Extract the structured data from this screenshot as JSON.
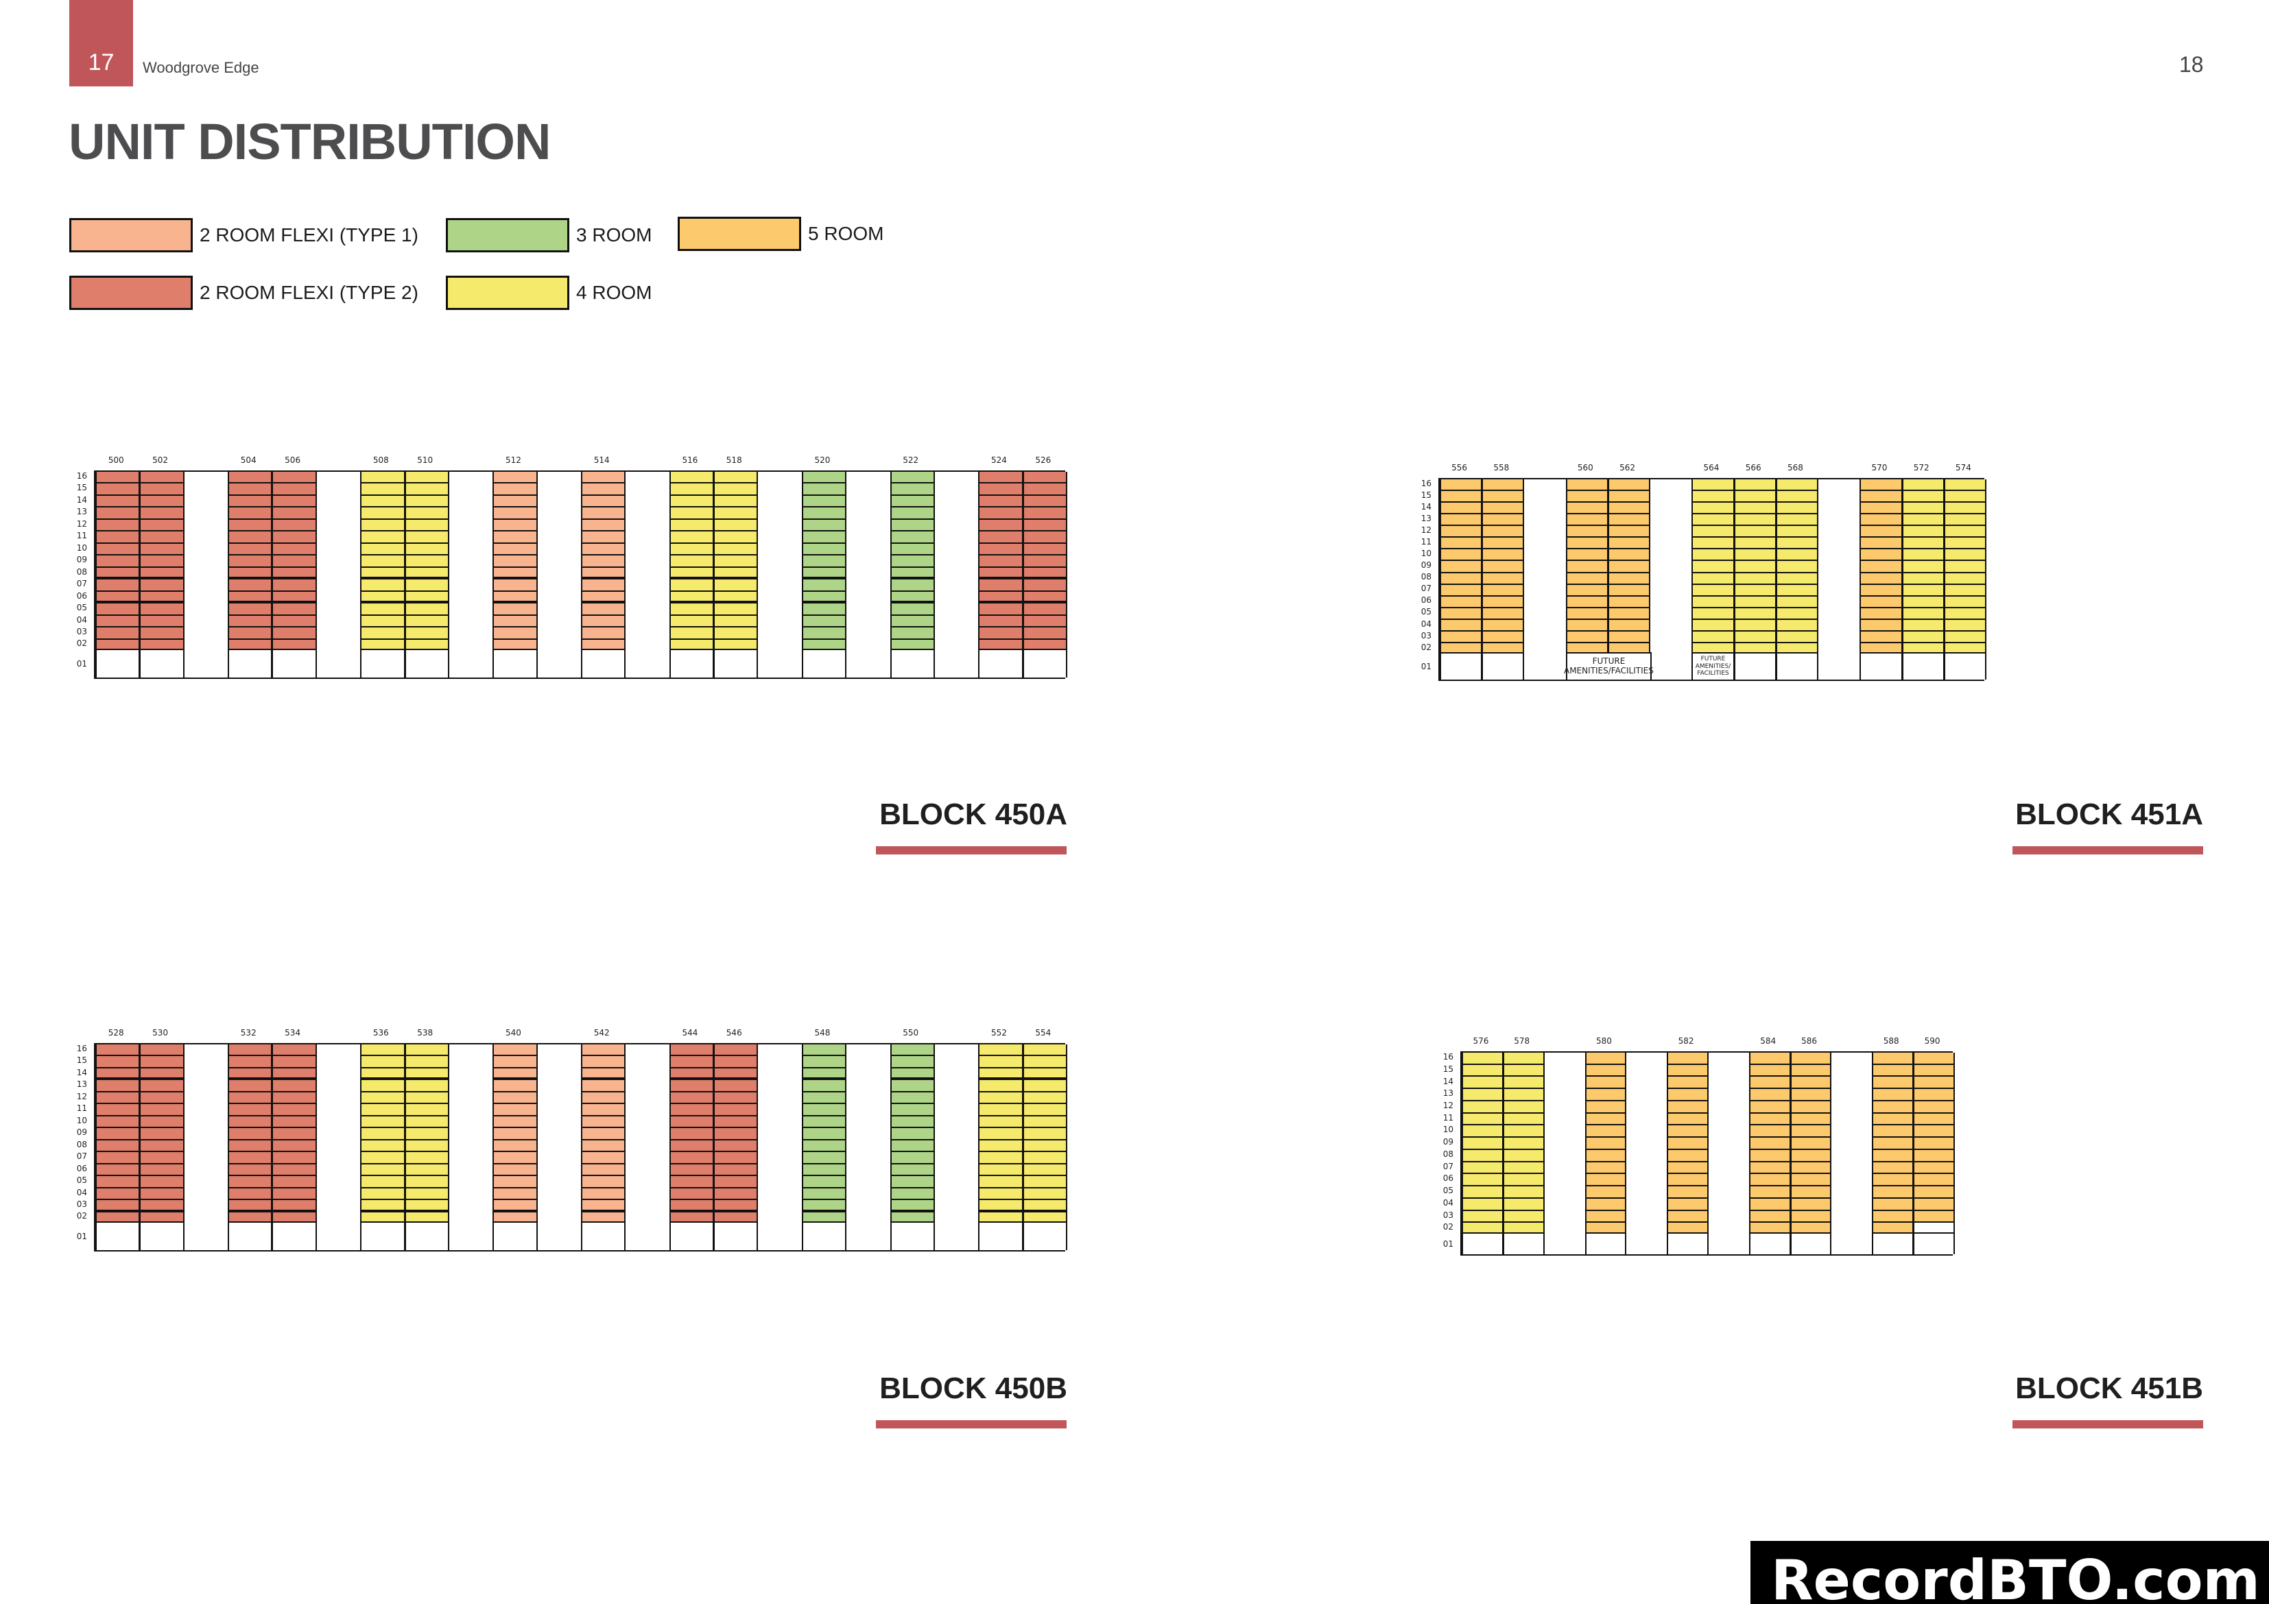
{
  "header": {
    "page_left": "17",
    "project_name": "Woodgrove Edge",
    "page_right": "18",
    "title": "UNIT DISTRIBUTION"
  },
  "colors": {
    "accent": "#c0555a",
    "2RF1": "#f8b38f",
    "2RF2": "#de7e6b",
    "3R": "#aed487",
    "4R": "#f5ea6c",
    "5R": "#fcc96c"
  },
  "legend": [
    {
      "key": "2RF1",
      "label": "2 ROOM FLEXI (TYPE 1)"
    },
    {
      "key": "3R",
      "label": "3 ROOM"
    },
    {
      "key": "5R",
      "label": "5 ROOM"
    },
    {
      "key": "2RF2",
      "label": "2 ROOM FLEXI (TYPE 2)"
    },
    {
      "key": "4R",
      "label": "4 ROOM"
    }
  ],
  "floors": [
    "16",
    "15",
    "14",
    "13",
    "12",
    "11",
    "10",
    "09",
    "08",
    "07",
    "06",
    "05",
    "04",
    "03",
    "02",
    "01"
  ],
  "blocks": [
    {
      "name": "BLOCK 450A",
      "columns": [
        {
          "unit": "500",
          "type": "2RF2"
        },
        {
          "unit": "502",
          "type": "2RF2"
        },
        {
          "gap": true
        },
        {
          "unit": "504",
          "type": "2RF2"
        },
        {
          "unit": "506",
          "type": "2RF2"
        },
        {
          "gap": true
        },
        {
          "unit": "508",
          "type": "4R"
        },
        {
          "unit": "510",
          "type": "4R"
        },
        {
          "gap": true
        },
        {
          "unit": "512",
          "type": "2RF1"
        },
        {
          "gap": true
        },
        {
          "unit": "514",
          "type": "2RF1"
        },
        {
          "gap": true
        },
        {
          "unit": "516",
          "type": "4R"
        },
        {
          "unit": "518",
          "type": "4R"
        },
        {
          "gap": true
        },
        {
          "unit": "520",
          "type": "3R"
        },
        {
          "gap": true
        },
        {
          "unit": "522",
          "type": "3R"
        },
        {
          "gap": true
        },
        {
          "unit": "524",
          "type": "2RF2"
        },
        {
          "unit": "526",
          "type": "2RF2"
        }
      ],
      "thick_lines_below_floors": [
        "08",
        "06"
      ]
    },
    {
      "name": "BLOCK 451A",
      "columns": [
        {
          "unit": "556",
          "type": "5R"
        },
        {
          "unit": "558",
          "type": "5R"
        },
        {
          "gap": true
        },
        {
          "unit": "560",
          "type": "5R",
          "ground_note_span": 2,
          "ground_note": "FUTURE AMENITIES/FACILITIES"
        },
        {
          "unit": "562",
          "type": "5R",
          "ground_merged": true
        },
        {
          "gap": true
        },
        {
          "unit": "564",
          "type": "4R",
          "ground_note": "FUTURE AMENITIES/ FACILITIES"
        },
        {
          "unit": "566",
          "type": "4R"
        },
        {
          "unit": "568",
          "type": "4R"
        },
        {
          "gap": true
        },
        {
          "unit": "570",
          "type": "5R"
        },
        {
          "unit": "572",
          "type": "4R"
        },
        {
          "unit": "574",
          "type": "4R"
        }
      ],
      "thick_lines_below_floors": []
    },
    {
      "name": "BLOCK 450B",
      "columns": [
        {
          "unit": "528",
          "type": "2RF2"
        },
        {
          "unit": "530",
          "type": "2RF2"
        },
        {
          "gap": true
        },
        {
          "unit": "532",
          "type": "2RF2"
        },
        {
          "unit": "534",
          "type": "2RF2"
        },
        {
          "gap": true
        },
        {
          "unit": "536",
          "type": "4R"
        },
        {
          "unit": "538",
          "type": "4R"
        },
        {
          "gap": true
        },
        {
          "unit": "540",
          "type": "2RF1"
        },
        {
          "gap": true
        },
        {
          "unit": "542",
          "type": "2RF1"
        },
        {
          "gap": true
        },
        {
          "unit": "544",
          "type": "2RF2"
        },
        {
          "unit": "546",
          "type": "2RF2"
        },
        {
          "gap": true
        },
        {
          "unit": "548",
          "type": "3R"
        },
        {
          "gap": true
        },
        {
          "unit": "550",
          "type": "3R"
        },
        {
          "gap": true
        },
        {
          "unit": "552",
          "type": "4R"
        },
        {
          "unit": "554",
          "type": "4R"
        }
      ],
      "thick_lines_below_floors": [
        "14",
        "03"
      ]
    },
    {
      "name": "BLOCK 451B",
      "columns": [
        {
          "unit": "576",
          "type": "4R"
        },
        {
          "unit": "578",
          "type": "4R"
        },
        {
          "gap": true
        },
        {
          "unit": "580",
          "type": "5R"
        },
        {
          "gap": true
        },
        {
          "unit": "582",
          "type": "5R"
        },
        {
          "gap": true
        },
        {
          "unit": "584",
          "type": "5R"
        },
        {
          "unit": "586",
          "type": "5R"
        },
        {
          "gap": true
        },
        {
          "unit": "588",
          "type": "5R"
        },
        {
          "unit": "590",
          "type": "5R",
          "empty_floors": [
            "02"
          ]
        }
      ],
      "thick_lines_below_floors": []
    }
  ],
  "watermark": "RecordBTO.com"
}
